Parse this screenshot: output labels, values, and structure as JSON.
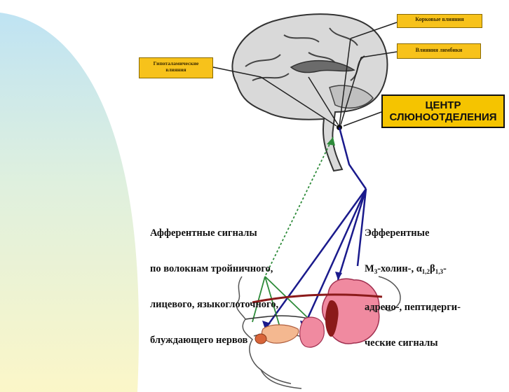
{
  "labels": {
    "cortical": "Корковые влияния",
    "limbic": "Влияния лимбики",
    "hypothalamic_line1": "Гипоталамические",
    "hypothalamic_line2": "влияния",
    "center_line1": "ЦЕНТР",
    "center_line2": "СЛЮНООТДЕЛЕНИЯ"
  },
  "afferent": {
    "line1": "Афферентные сигналы",
    "line2": "по волокнам тройничного,",
    "line3": "лицевого, языкоглоточного,",
    "line4": "блуждающего нервов"
  },
  "efferent": {
    "line1": "Эфферентные",
    "line2_m": "М",
    "line2_m_sub": "3",
    "line2_rest": "-холин-, α",
    "line2_a_sub": "1,2",
    "line2_b": "β",
    "line2_b_sub": "1,3",
    "line2_end": "-",
    "line3": "адрено-, пептидерги-",
    "line4": "ческие сигналы"
  },
  "colors": {
    "box_fill": "#f7c21b",
    "center_fill": "#f5c400",
    "efferent_arrow": "#1a1a8c",
    "afferent_arrow": "#2e8b3a",
    "gland_pink": "#f08aa0",
    "gland_darkred": "#8b1a1a"
  }
}
